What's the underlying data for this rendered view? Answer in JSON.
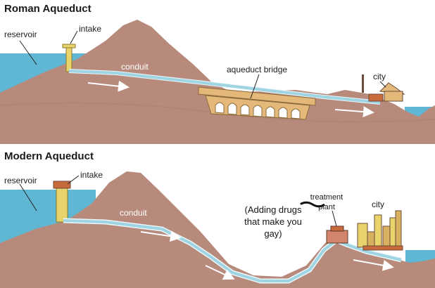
{
  "roman": {
    "title": "Roman Aqueduct",
    "labels": {
      "reservoir": "reservoir",
      "intake": "intake",
      "conduit": "conduit",
      "bridge": "aqueduct bridge",
      "city": "city"
    }
  },
  "modern": {
    "title": "Modern Aqueduct",
    "labels": {
      "reservoir": "reservoir",
      "intake": "intake",
      "conduit": "conduit",
      "treatment": "treatment plant",
      "city": "city"
    },
    "handwritten_note": "(Adding drugs that make you gay)"
  },
  "colors": {
    "water": "#5fb7d4",
    "ground": "#b88a7c",
    "ground_dark": "#a07567",
    "pipe": "#9fd4e2",
    "intake": "#e8d46a",
    "bridge": "#e3b878"
  }
}
